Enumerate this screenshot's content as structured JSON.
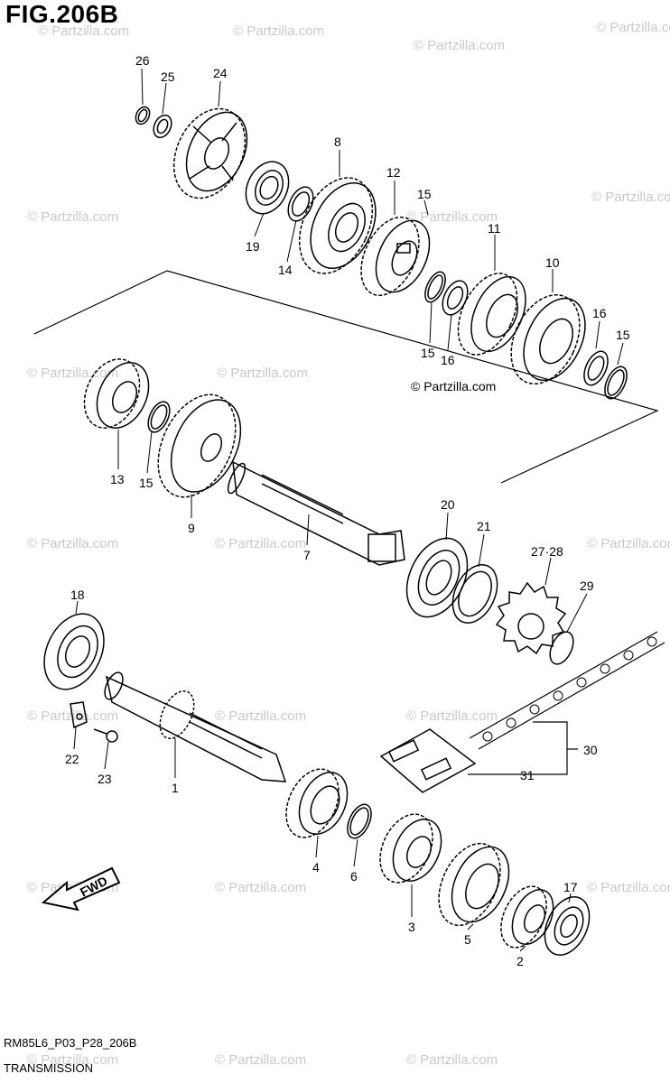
{
  "header": {
    "title": "FIG.206B"
  },
  "footer": {
    "code": "RM85L6_P03_P28_206B",
    "name": "TRANSMISSION"
  },
  "watermark": {
    "text": "© Partzilla.com"
  },
  "direction_label": "FWD",
  "part_numbers": [
    "26",
    "25",
    "24",
    "8",
    "12",
    "19",
    "14",
    "15",
    "11",
    "10",
    "16",
    "15",
    "16",
    "15",
    "13",
    "15",
    "9",
    "7",
    "20",
    "21",
    "27·28",
    "29",
    "18",
    "22",
    "23",
    "1",
    "30",
    "31",
    "4",
    "6",
    "3",
    "5",
    "2",
    "17"
  ],
  "colors": {
    "line": "#000000",
    "watermark": "#c9c9c9",
    "background": "#ffffff"
  }
}
